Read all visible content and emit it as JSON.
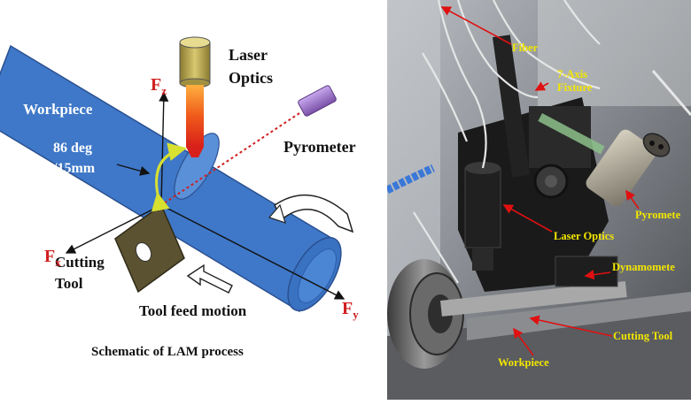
{
  "schematic": {
    "caption": "Schematic of LAM process",
    "labels": {
      "workpiece": "Workpiece",
      "laser_optics_line1": "Laser",
      "laser_optics_line2": "Optics",
      "pyrometer": "Pyrometer",
      "angle_line1": "86 deg",
      "angle_line2": "/15mm",
      "cutting_tool_line1": "Cutting",
      "cutting_tool_line2": "Tool",
      "tool_feed": "Tool feed motion",
      "fz_main": "F",
      "fz_sub": "z",
      "fx_main": "F",
      "fx_sub": "x",
      "fy_main": "F",
      "fy_sub": "y"
    },
    "colors": {
      "workpiece_blue": "#3f78c8",
      "workpiece_dark": "#2a5aa0",
      "laser_red": "#e23a1a",
      "laser_orange": "#ff9a2a",
      "force_label_red": "#d02020",
      "pyrometer_purple": "#9a70c8",
      "tool_olive": "#5b5231",
      "angle_arrow_yellow": "#d8e030",
      "optics_tan": "#c9b45a"
    }
  },
  "photo": {
    "labels": {
      "fiber": "Fiber",
      "fixture_line1": "7-Axis",
      "fixture_line2": "Fixture",
      "pyrometer": "Pyromete",
      "laser_optics": "Laser Optics",
      "dynamometer": "Dynamomete",
      "cutting_tool": "Cutting Tool",
      "workpiece": "Workpiece"
    },
    "colors": {
      "label_yellow": "#f2e600",
      "pointer_red": "#e01010"
    }
  }
}
